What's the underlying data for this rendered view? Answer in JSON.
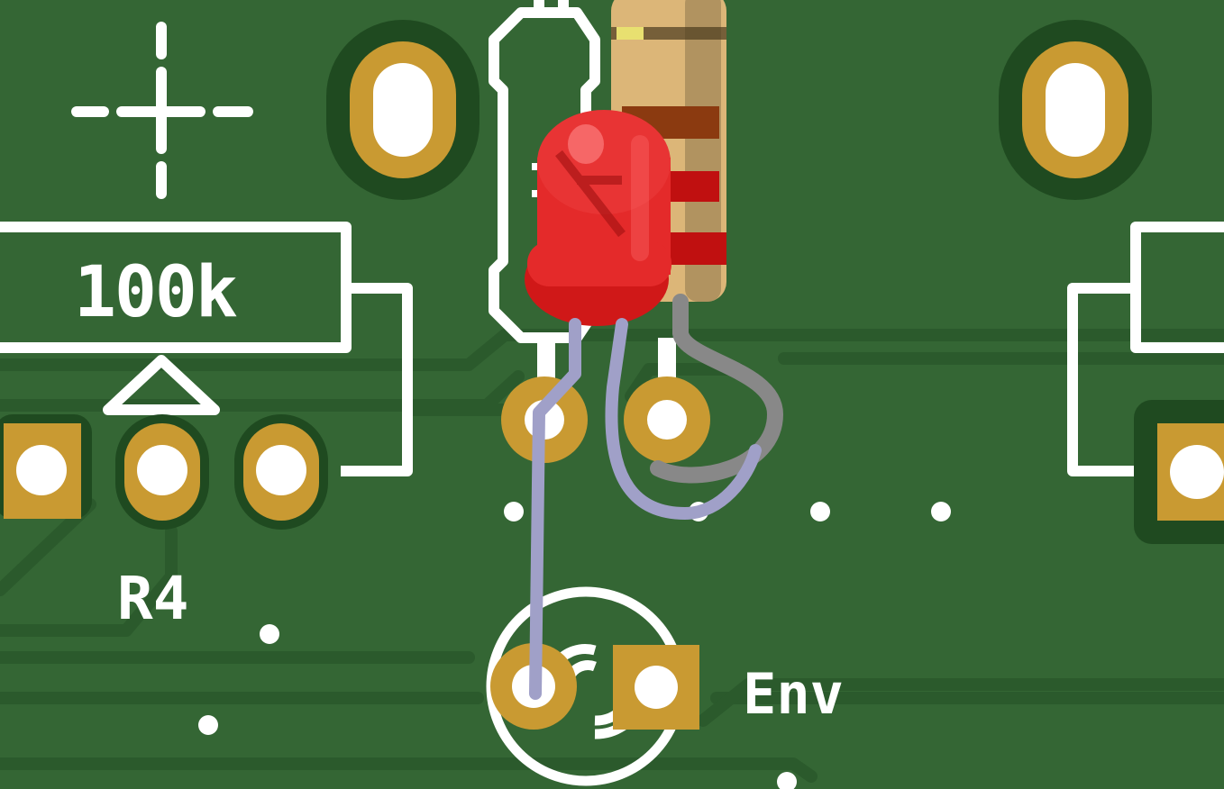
{
  "board": {
    "colors": {
      "board": "#346634",
      "copper_trace": "#2b5a2c",
      "pad_clearance": "#1f4a20",
      "silkscreen": "#ffffff",
      "pad_gold": "#c99a32",
      "led_red": "#e02020",
      "led_leg": "#a0a0c8",
      "resistor_body": "#dcb678"
    },
    "components": {
      "potentiometer": {
        "value_label": "100k",
        "designator": "R4"
      },
      "led": {
        "color": "red"
      },
      "resistor": {
        "bands": [
          "brown",
          "red",
          "red",
          "gold"
        ]
      },
      "connector": {
        "label": "Env"
      }
    }
  }
}
